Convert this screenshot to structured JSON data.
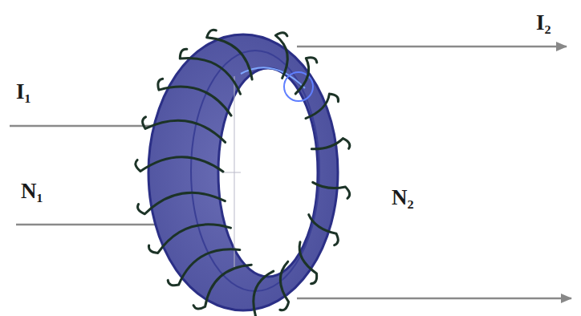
{
  "diagram": {
    "labels": [
      "I₁",
      "N₁",
      "I₂",
      "N₂"
    ]
  }
}
